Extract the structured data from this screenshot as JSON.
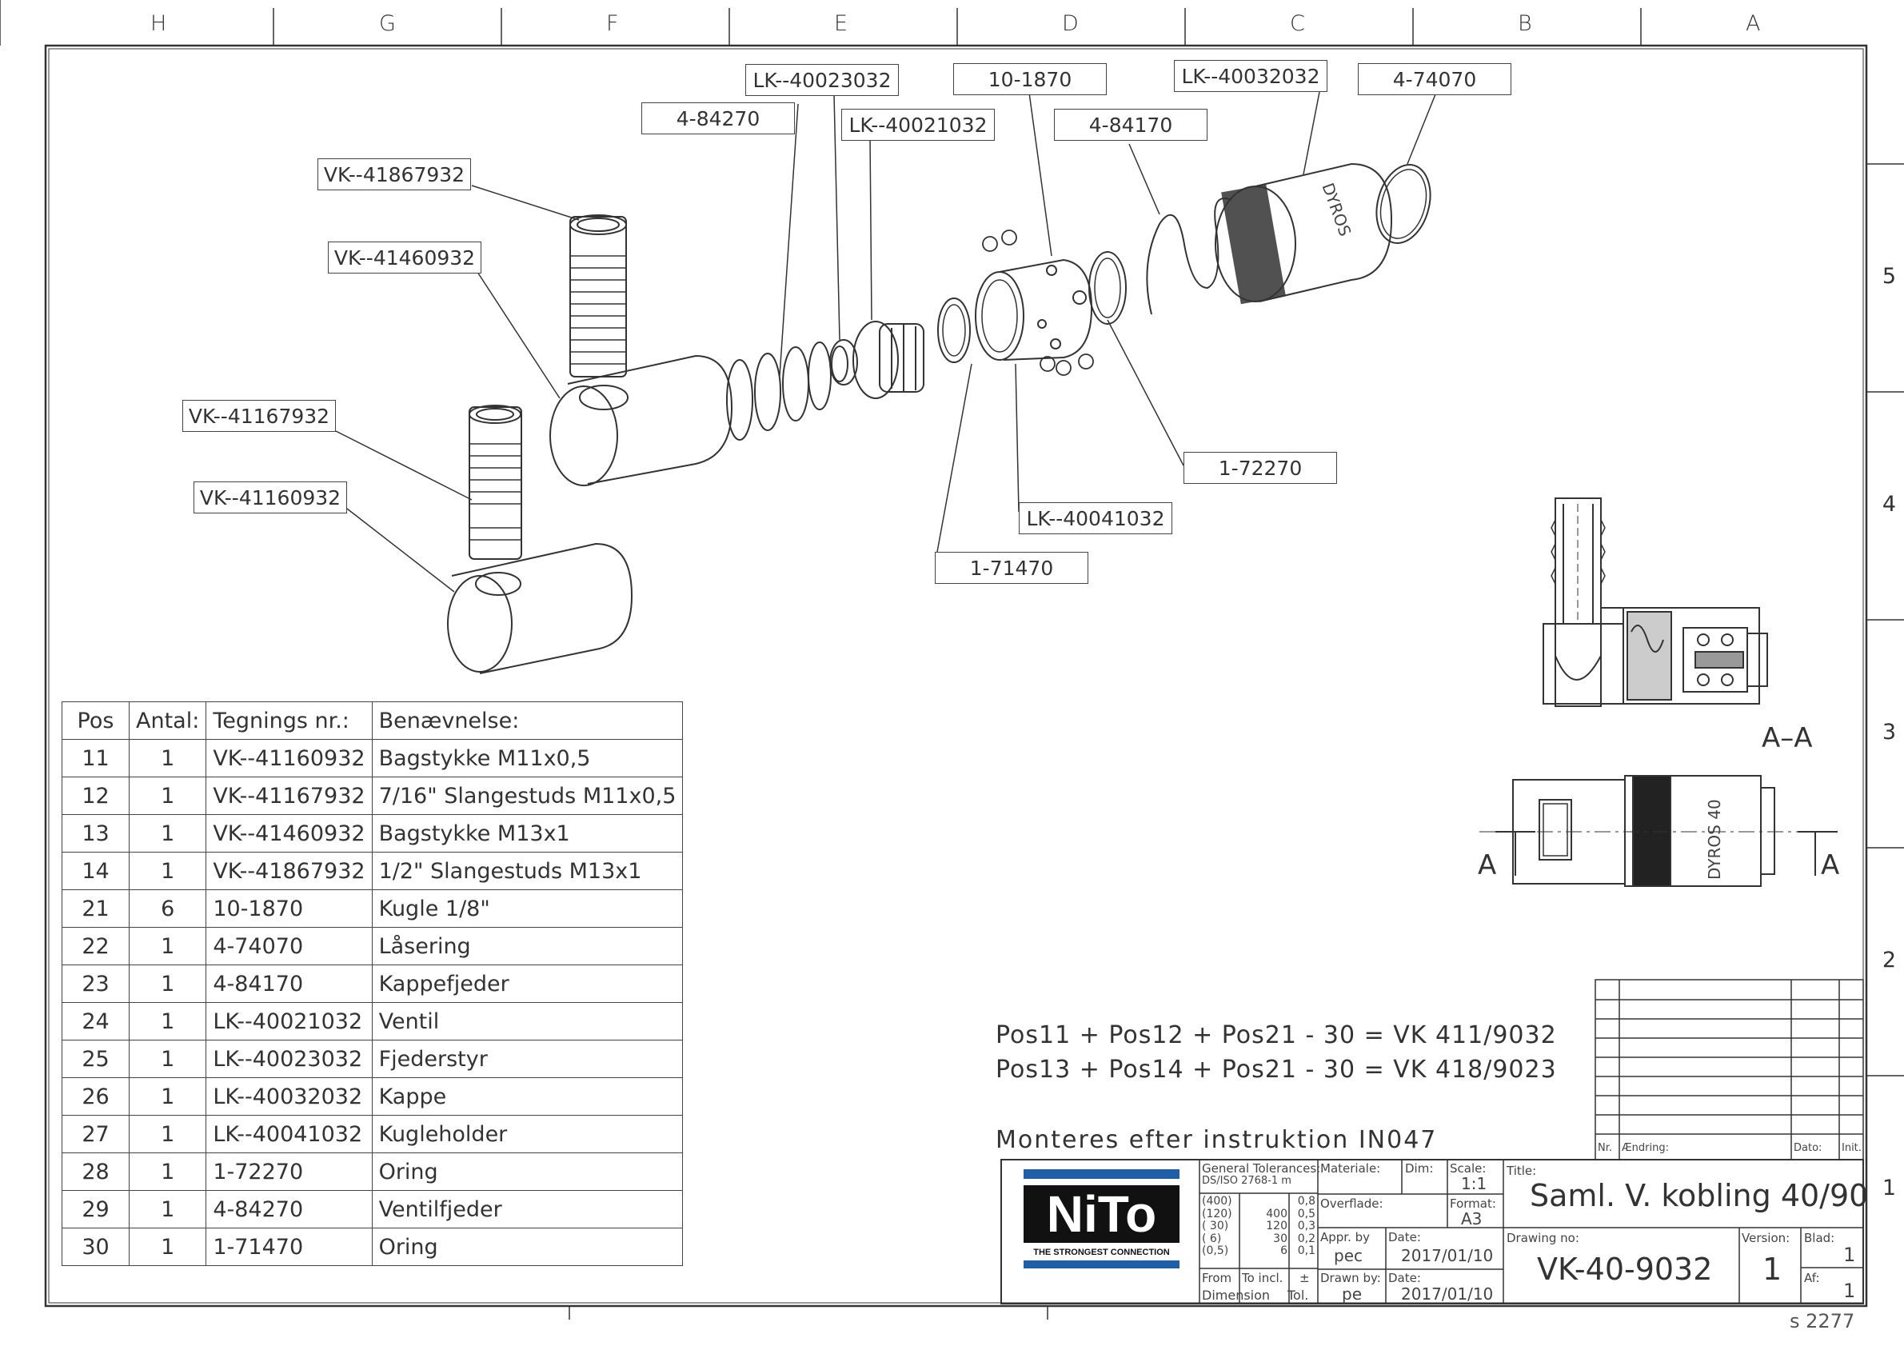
{
  "zones": [
    "H",
    "G",
    "F",
    "E",
    "D",
    "C",
    "B",
    "A"
  ],
  "rows": [
    "5",
    "4",
    "3",
    "2",
    "1"
  ],
  "callouts": [
    "LK--40023032",
    "10-1870",
    "LK--40032032",
    "4-74070",
    "4-84270",
    "LK--40021032",
    "4-84170",
    "VK--41867932",
    "VK--41460932",
    "VK--41167932",
    "VK--41160932",
    "1-72270",
    "LK--40041032",
    "1-71470"
  ],
  "section": {
    "label": "A–A",
    "cut_left": "A",
    "cut_right": "A",
    "sleeve_text": "DYROS 40",
    "nut_text": "DYROS"
  },
  "bom": {
    "headers": [
      "Pos",
      "Antal:",
      "Tegnings nr.:",
      "Benævnelse:"
    ],
    "rows": [
      [
        "11",
        "1",
        "VK--41160932",
        "Bagstykke M11x0,5"
      ],
      [
        "12",
        "1",
        "VK--41167932",
        "7/16\" Slangestuds M11x0,5"
      ],
      [
        "13",
        "1",
        "VK--41460932",
        "Bagstykke M13x1"
      ],
      [
        "14",
        "1",
        "VK--41867932",
        "1/2\" Slangestuds M13x1"
      ],
      [
        "21",
        "6",
        "10-1870",
        "Kugle 1/8\""
      ],
      [
        "22",
        "1",
        "4-74070",
        "Låsering"
      ],
      [
        "23",
        "1",
        "4-84170",
        "Kappefjeder"
      ],
      [
        "24",
        "1",
        "LK--40021032",
        "Ventil"
      ],
      [
        "25",
        "1",
        "LK--40023032",
        "Fjederstyr"
      ],
      [
        "26",
        "1",
        "LK--40032032",
        "Kappe"
      ],
      [
        "27",
        "1",
        "LK--40041032",
        "Kugleholder"
      ],
      [
        "28",
        "1",
        "1-72270",
        "Oring"
      ],
      [
        "29",
        "1",
        "4-84270",
        "Ventilfjeder"
      ],
      [
        "30",
        "1",
        "1-71470",
        "Oring"
      ]
    ]
  },
  "notes": {
    "line1": "Pos11 + Pos12 + Pos21 - 30 = VK 411/9032",
    "line2": "Pos13 + Pos14 + Pos21 - 30 = VK 418/9023",
    "line3": "Monteres efter instruktion IN047"
  },
  "revision": {
    "nr": "Nr.",
    "change": "Ændring:",
    "date": "Dato:",
    "init": "Init."
  },
  "titleblock": {
    "logo": "NiTo",
    "tagline": "THE STRONGEST CONNECTION",
    "tol_label": "General Tolerances:",
    "tol_std": "DS/ISO 2768-1 m",
    "tol_rows": [
      [
        "(400)",
        "",
        "0,8"
      ],
      [
        "(120)",
        "400",
        "0,5"
      ],
      [
        "( 30)",
        "120",
        "0,3"
      ],
      [
        "(  6)",
        "30",
        "0,2"
      ],
      [
        "(0,5)",
        "6",
        "0,1"
      ]
    ],
    "tol_from": "From",
    "tol_to": "To incl.",
    "tol_pm": "±",
    "tol_dim": "Dimension",
    "tol_tol": "Tol.",
    "material_label": "Materiale:",
    "dim_label": "Dim:",
    "scale_label": "Scale:",
    "scale": "1:1",
    "surface_label": "Overflade:",
    "format_label": "Format:",
    "format": "A3",
    "appr_label": "Appr. by",
    "appr": "pec",
    "date_label": "Date:",
    "appr_date": "2017/01/10",
    "drawn_label": "Drawn by:",
    "drawn": "pe",
    "drawn_date": "2017/01/10",
    "title_label": "Title:",
    "title": "Saml. V. kobling 40/90",
    "drawing_label": "Drawing no:",
    "drawing": "VK-40-9032",
    "version_label": "Version:",
    "version": "1",
    "blad_label": "Blad:",
    "blad": "1",
    "af_label": "Af:",
    "af": "1"
  },
  "sheet_no": "s 2277"
}
